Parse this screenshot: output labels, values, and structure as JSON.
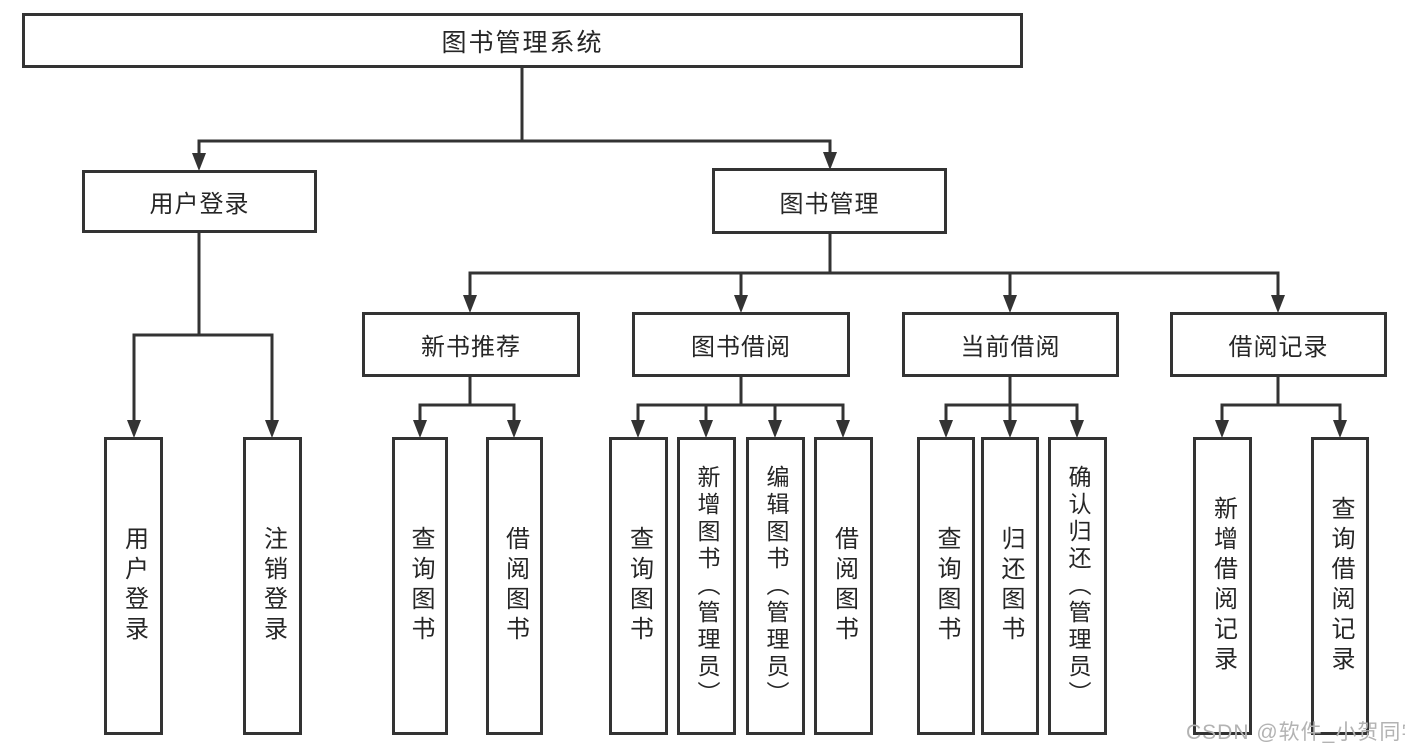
{
  "diagram": {
    "type": "hierarchy-tree",
    "colors": {
      "line": "#333333",
      "text": "#262626",
      "box_background": "#ffffff",
      "watermark": "#b3b3b3"
    }
  },
  "tree": {
    "label": "图书管理系统",
    "children": [
      {
        "label": "用户登录",
        "children": [
          {
            "label": "用户登录"
          },
          {
            "label": "注销登录"
          }
        ]
      },
      {
        "label": "图书管理",
        "children": [
          {
            "label": "新书推荐",
            "children": [
              {
                "label": "查询图书"
              },
              {
                "label": "借阅图书"
              }
            ]
          },
          {
            "label": "图书借阅",
            "children": [
              {
                "label": "查询图书"
              },
              {
                "label": "新增图书（管理员）"
              },
              {
                "label": "编辑图书（管理员）"
              },
              {
                "label": "借阅图书"
              }
            ]
          },
          {
            "label": "当前借阅",
            "children": [
              {
                "label": "查询图书"
              },
              {
                "label": "归还图书"
              },
              {
                "label": "确认归还（管理员）"
              }
            ]
          },
          {
            "label": "借阅记录",
            "children": [
              {
                "label": "新增借阅记录"
              },
              {
                "label": "查询借阅记录"
              }
            ]
          }
        ]
      }
    ]
  },
  "watermark": {
    "text": "CSDN @软件_小贺同学"
  }
}
